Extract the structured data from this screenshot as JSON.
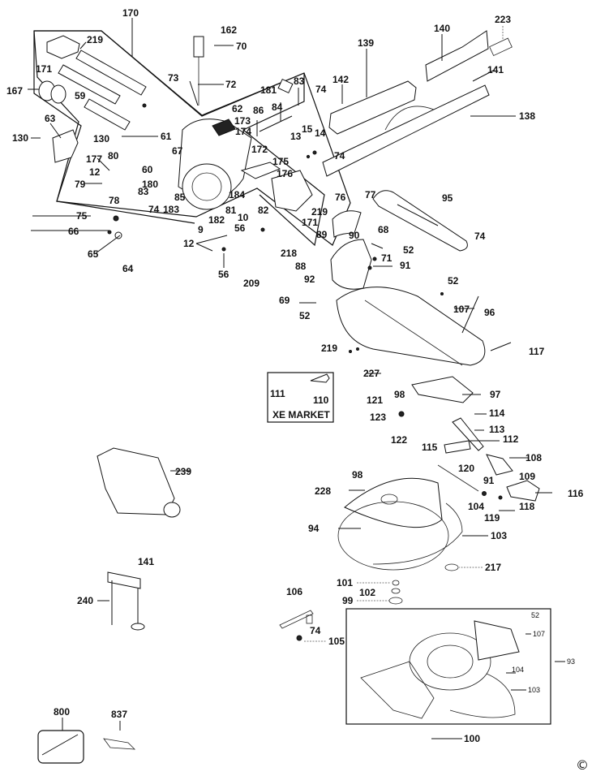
{
  "title": "Mitre saw exploded parts diagram",
  "labels": {
    "p170": "170",
    "p219a": "219",
    "p171a": "171",
    "p167": "167",
    "p59": "59",
    "p63": "63",
    "p130a": "130",
    "p130b": "130",
    "p61": "61",
    "p67": "67",
    "p177": "177",
    "p12a": "12",
    "p80": "80",
    "p60": "60",
    "p79": "79",
    "p180": "180",
    "p83a": "83",
    "p85": "85",
    "p78": "78",
    "p74a": "74",
    "p183": "183",
    "p182": "182",
    "p9": "9",
    "p10": "10",
    "p75": "75",
    "p66": "66",
    "p65": "65",
    "p64": "64",
    "p12b": "12",
    "p56a": "56",
    "p56b": "56",
    "p209": "209",
    "p81": "81",
    "p82": "82",
    "p184": "184",
    "p162": "162",
    "p70": "70",
    "p73": "73",
    "p72": "72",
    "p181": "181",
    "p83b": "83",
    "p74b": "74",
    "p62": "62",
    "p86": "86",
    "p84": "84",
    "p173": "173",
    "p174": "174",
    "p172": "172",
    "p175": "175",
    "p176": "176",
    "p13": "13",
    "p15": "15",
    "p14": "14",
    "p219b": "219",
    "p171b": "171",
    "p142": "142",
    "p139": "139",
    "p140": "140",
    "p223": "223",
    "p141a": "141",
    "p138": "138",
    "p74c": "74",
    "p76": "76",
    "p77": "77",
    "p95": "95",
    "p74d": "74",
    "p68": "68",
    "p52a": "52",
    "p89": "89",
    "p90": "90",
    "p218": "218",
    "p71": "71",
    "p88": "88",
    "p91a": "91",
    "p92": "92",
    "p69": "69",
    "p52b": "52",
    "p52c": "52",
    "p107a": "107",
    "p96": "96",
    "p219c": "219",
    "p117": "117",
    "p227": "227",
    "p98a": "98",
    "p97": "97",
    "p111": "111",
    "p110": "110",
    "xe_market": "XE MARKET",
    "p121": "121",
    "p123": "123",
    "p122": "122",
    "p114": "114",
    "p113": "113",
    "p112": "112",
    "p115": "115",
    "p108": "108",
    "p120": "120",
    "p91b": "91",
    "p109": "109",
    "p116": "116",
    "p104a": "104",
    "p119": "119",
    "p118": "118",
    "p98b": "98",
    "p228": "228",
    "p239": "239",
    "p94": "94",
    "p103a": "103",
    "p217": "217",
    "p141b": "141",
    "p240": "240",
    "p101": "101",
    "p102": "102",
    "p99": "99",
    "p106": "106",
    "p74e": "74",
    "p105": "105",
    "p52d": "52",
    "p107b": "107",
    "p93": "93",
    "p104b": "104",
    "p103b": "103",
    "p100": "100",
    "p800": "800",
    "p837": "837",
    "copyright": "©"
  }
}
